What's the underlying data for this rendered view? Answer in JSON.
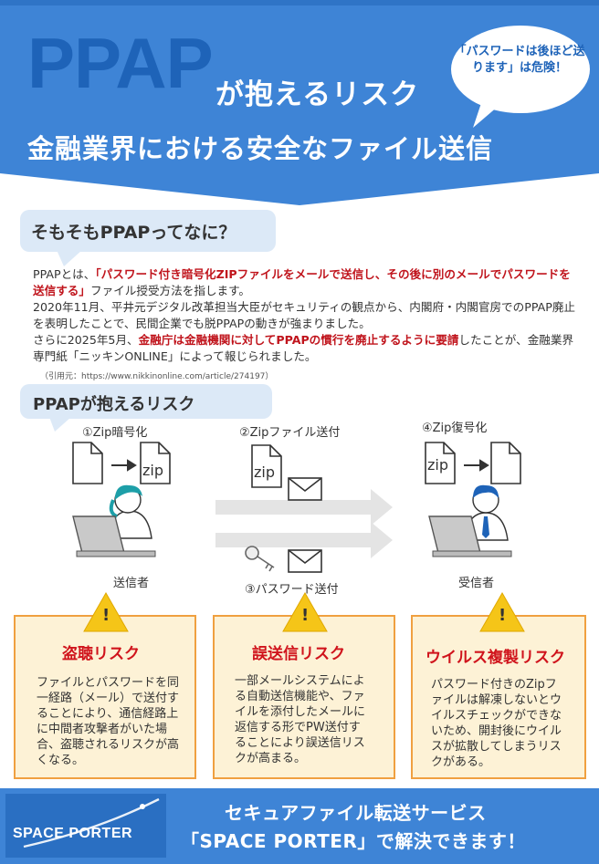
{
  "header": {
    "logo": "PPAP",
    "logo_sub": "が抱えるリスク",
    "bubble": "「パスワードは後ほど送ります」は危険！",
    "title": "金融業界における安全なファイル送信"
  },
  "intro_section": {
    "heading": "そもそもPPAPってなに？",
    "p1_a": "PPAPとは、",
    "p1_red": "「パスワード付き暗号化ZIPファイルをメールで送信し、その後に別のメールでパスワードを送信する」",
    "p1_b": "ファイル授受方法を指します。",
    "p2": "2020年11月、平井元デジタル改革担当大臣がセキュリティの観点から、内閣府・内閣官房でのPPAP廃止を表明したことで、民間企業でも脱PPAPの動きが強まりました。",
    "p3_a": "さらに2025年5月、",
    "p3_red": "金融庁は金融機関に対してPPAPの慣行を廃止するように要請",
    "p3_b": "したことが、金融業界専門紙「ニッキンONLINE」によって報じられました。",
    "citation": "（引用元：https://www.nikkinonline.com/article/274197）"
  },
  "flow": {
    "heading": "PPAPが抱えるリスク",
    "step1": "①Zip暗号化",
    "step2": "②Zipファイル送付",
    "step3": "③パスワード送付",
    "step4": "④Zip復号化",
    "zip_label": "zip",
    "sender": "送信者",
    "receiver": "受信者"
  },
  "risks": [
    {
      "title": "盗聴リスク",
      "body": "ファイルとパスワードを同一経路（メール）で送付することにより、通信経路上に中間者攻撃者がいた場合、盗聴されるリスクが高くなる。"
    },
    {
      "title": "誤送信リスク",
      "body": "一部メールシステムによる自動送信機能や、ファイルを添付したメールに返信する形でPW送付することにより誤送信リスクが高まる。"
    },
    {
      "title": "ウイルス複製リスク",
      "body": "パスワード付きのZipファイルは解凍しないとウイルスチェックができないため、開封後にウイルスが拡散してしまうリスクがある。"
    }
  ],
  "warning_mark": "!",
  "footer": {
    "logo": "SPACE PORTER",
    "line1": "セキュアファイル転送サービス",
    "line2": "「SPACE PORTER」で解決できます！"
  },
  "colors": {
    "brand_blue": "#1e63b8",
    "header_blue": "#3e84d6",
    "risk_red": "#d0141c",
    "warn_yellow": "#f5c518",
    "risk_bg": "#fdf2d6",
    "risk_border": "#f0a040"
  },
  "icons": [
    "document-icon",
    "arrow-right-icon",
    "zip-document-icon",
    "envelope-icon",
    "key-icon",
    "warning-icon",
    "sender-person-icon",
    "receiver-person-icon",
    "laptop-icon",
    "flow-arrow-icon",
    "speech-bubble-icon"
  ]
}
